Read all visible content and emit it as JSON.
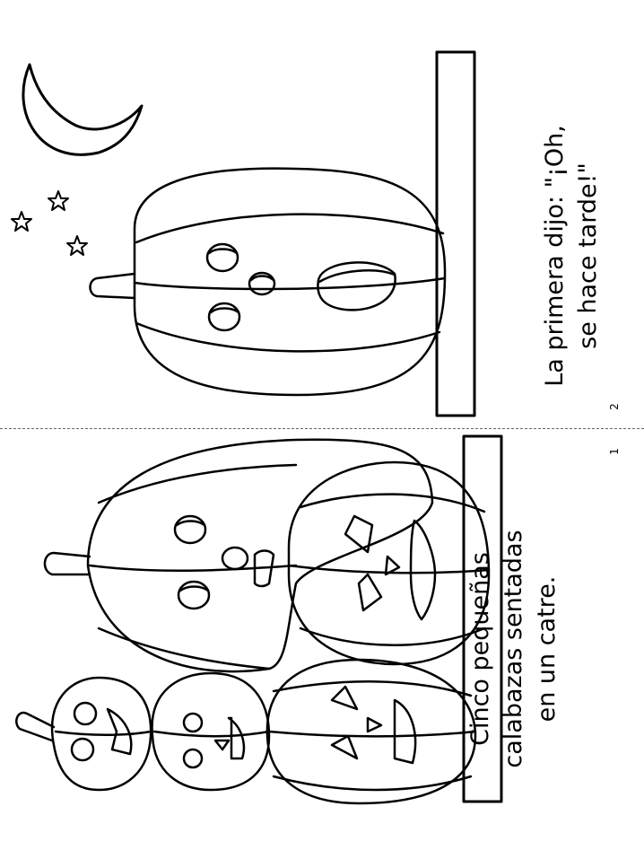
{
  "panel_left": {
    "caption_lines": [
      "Cinco pequeñas",
      "calabazas sentadas",
      "en un catre."
    ],
    "page_number": "1"
  },
  "panel_right": {
    "caption_lines": [
      "La primera dijo: \"¡Oh,",
      "se hace tarde!\""
    ],
    "page_number": "2"
  },
  "colors": {
    "ink": "#000000",
    "paper": "#ffffff",
    "fold_line": "#666666"
  },
  "icons": [
    "moon-icon",
    "star-icon",
    "pumpkin-icon",
    "fence-bar-icon"
  ]
}
